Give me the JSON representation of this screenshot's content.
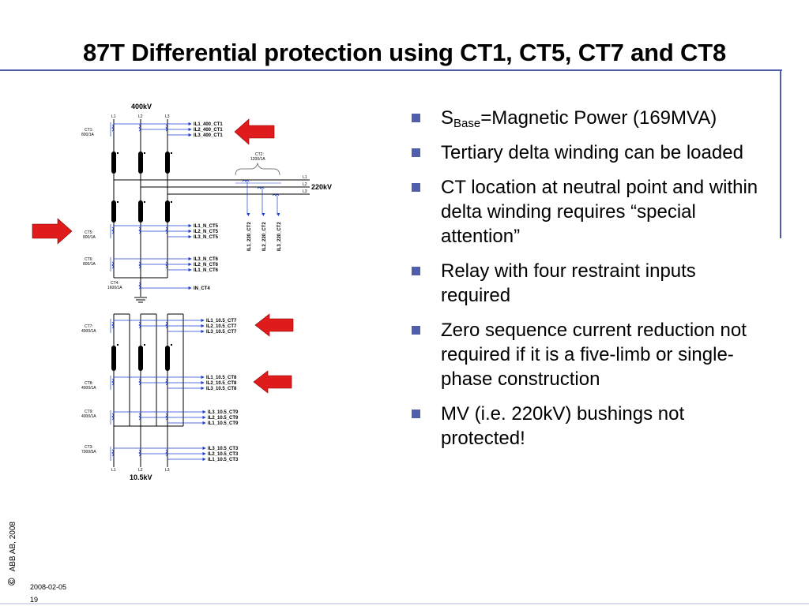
{
  "slide": {
    "title": "87T Differential protection using CT1, CT5, CT7 and CT8",
    "footer_date": "2008-02-05",
    "page_number": "19",
    "copyright_symbol": "©",
    "copyright_text": "ABB AB, 2008",
    "accent_color": "#4f5fae",
    "arrow_color": "#e01b1b"
  },
  "bullets": [
    {
      "pre": "S",
      "sub": "Base",
      "text": "=Magnetic Power (169MVA)"
    },
    {
      "pre": "",
      "sub": "",
      "text": "Tertiary delta winding can be loaded"
    },
    {
      "pre": "",
      "sub": "",
      "text": "CT location at neutral point and within delta winding requires “special attention”"
    },
    {
      "pre": "",
      "sub": "",
      "text": "Relay with four restraint inputs required"
    },
    {
      "pre": "",
      "sub": "",
      "text": "Zero sequence current reduction not required if it is a five-limb or single-phase construction"
    },
    {
      "pre": "",
      "sub": "",
      "text": "MV (i.e. 220kV) bushings not protected!"
    }
  ],
  "diagram": {
    "top_voltage": "400kV",
    "mid_voltage": "220kV",
    "bottom_voltage": "10.5kV",
    "phases": [
      "L1",
      "L2",
      "L3"
    ],
    "ct1": {
      "name": "CT1:",
      "ratio": "800/1A",
      "signals": [
        "IL1_400_CT1",
        "IL2_400_CT1",
        "IL3_400_CT1"
      ]
    },
    "ct2": {
      "name": "CT2:",
      "ratio": "1200/1A",
      "signals": [
        "IL1_220_CT2",
        "IL2_220_CT2",
        "IL3_220_CT2"
      ]
    },
    "ct5": {
      "name": "CT5:",
      "ratio": "800/1A",
      "signals": [
        "IL1_N_CT5",
        "IL2_N_CT5",
        "IL3_N_CT5"
      ]
    },
    "ct6": {
      "name": "CT6:",
      "ratio": "800/1A",
      "signals": [
        "IL3_N_CT6",
        "IL2_N_CT6",
        "IL1_N_CT6"
      ]
    },
    "ct4": {
      "name": "CT4:",
      "ratio": "1600/1A",
      "signals": [
        "IN_CT4"
      ]
    },
    "ct7": {
      "name": "CT7:",
      "ratio": "4000/1A",
      "signals": [
        "IL1_10.5_CT7",
        "IL2_10.5_CT7",
        "IL3_10.5_CT7"
      ]
    },
    "ct8": {
      "name": "CT8:",
      "ratio": "4000/1A",
      "signals": [
        "IL1_10.5_CT8",
        "IL2_10.5_CT8",
        "IL3_10.5_CT8"
      ]
    },
    "ct9": {
      "name": "CT9:",
      "ratio": "4000/1A",
      "signals": [
        "IL3_10.5_CT9",
        "IL2_10.5_CT9",
        "IL1_10.5_CT9"
      ]
    },
    "ct3": {
      "name": "CT3:",
      "ratio": "7000/5A",
      "signals": [
        "IL3_10.5_CT3",
        "IL2_10.5_CT3",
        "IL1_10.5_CT3"
      ]
    }
  }
}
